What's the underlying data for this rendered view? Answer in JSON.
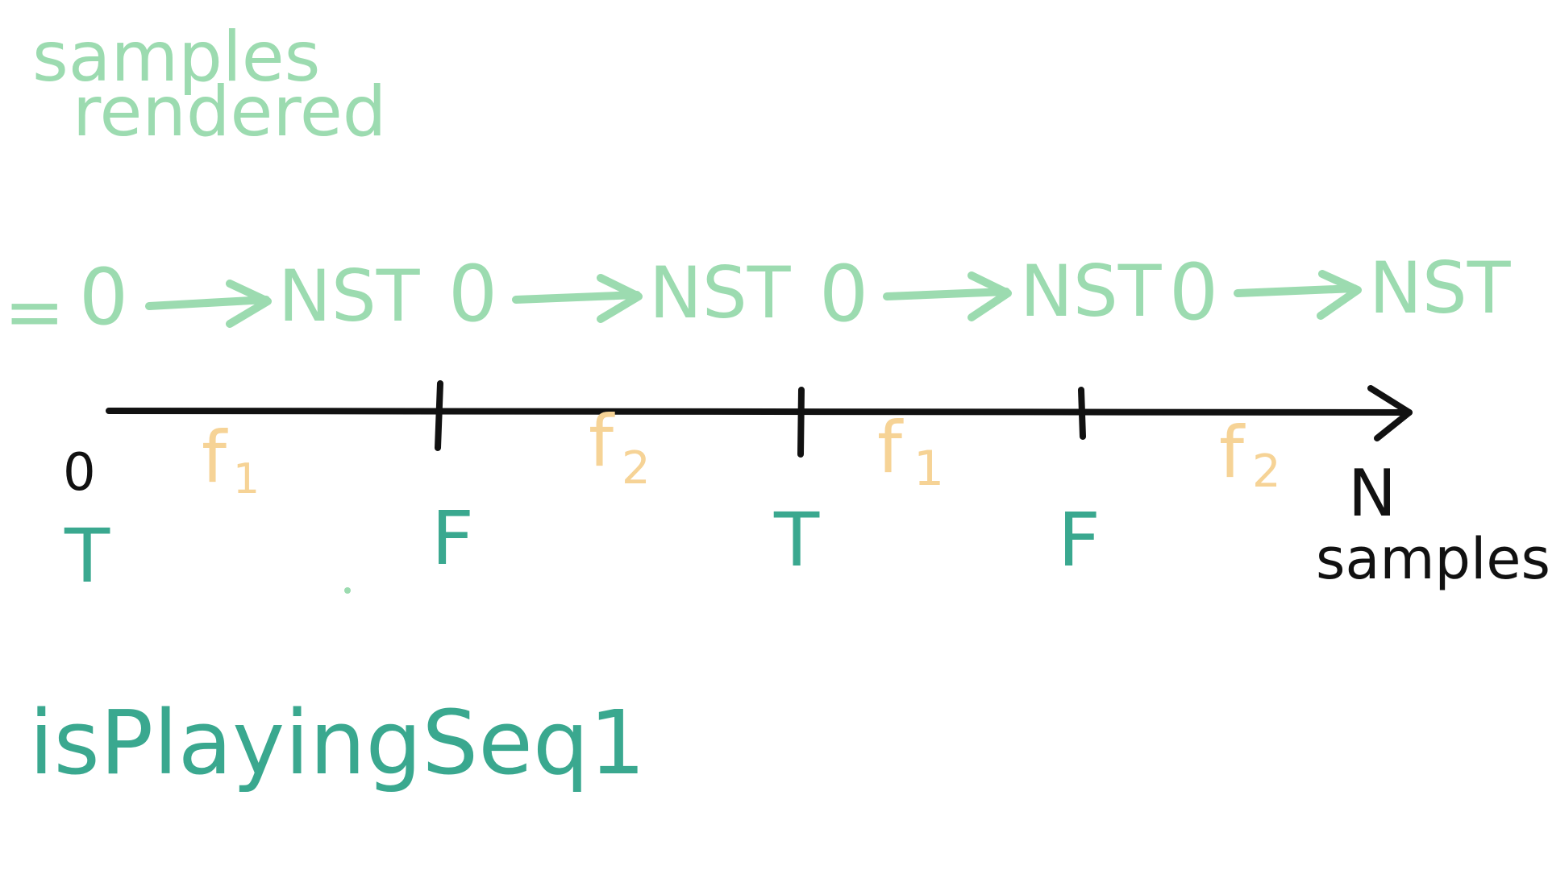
{
  "title": {
    "line1": "samples",
    "line2": "rendered"
  },
  "equals": "=",
  "cycles": [
    {
      "start": "0",
      "end": "NST"
    },
    {
      "start": "0",
      "end": "NST"
    },
    {
      "start": "0",
      "end": "NST"
    },
    {
      "start": "0",
      "end": "NST"
    }
  ],
  "axis": {
    "start_label": "0",
    "end_label": "N",
    "end_unit": "samples",
    "frequencies": [
      "f1",
      "f2",
      "f1",
      "f2"
    ],
    "frequency_letter": "f",
    "frequency_subscripts": [
      "1",
      "2",
      "1",
      "2"
    ],
    "flags": [
      "T",
      "F",
      "T",
      "F"
    ]
  },
  "caption": "isPlayingSeq1",
  "colors": {
    "light_green": "#9cdbb0",
    "teal": "#3aa88f",
    "orange": "#f6d396",
    "black": "#111111"
  }
}
